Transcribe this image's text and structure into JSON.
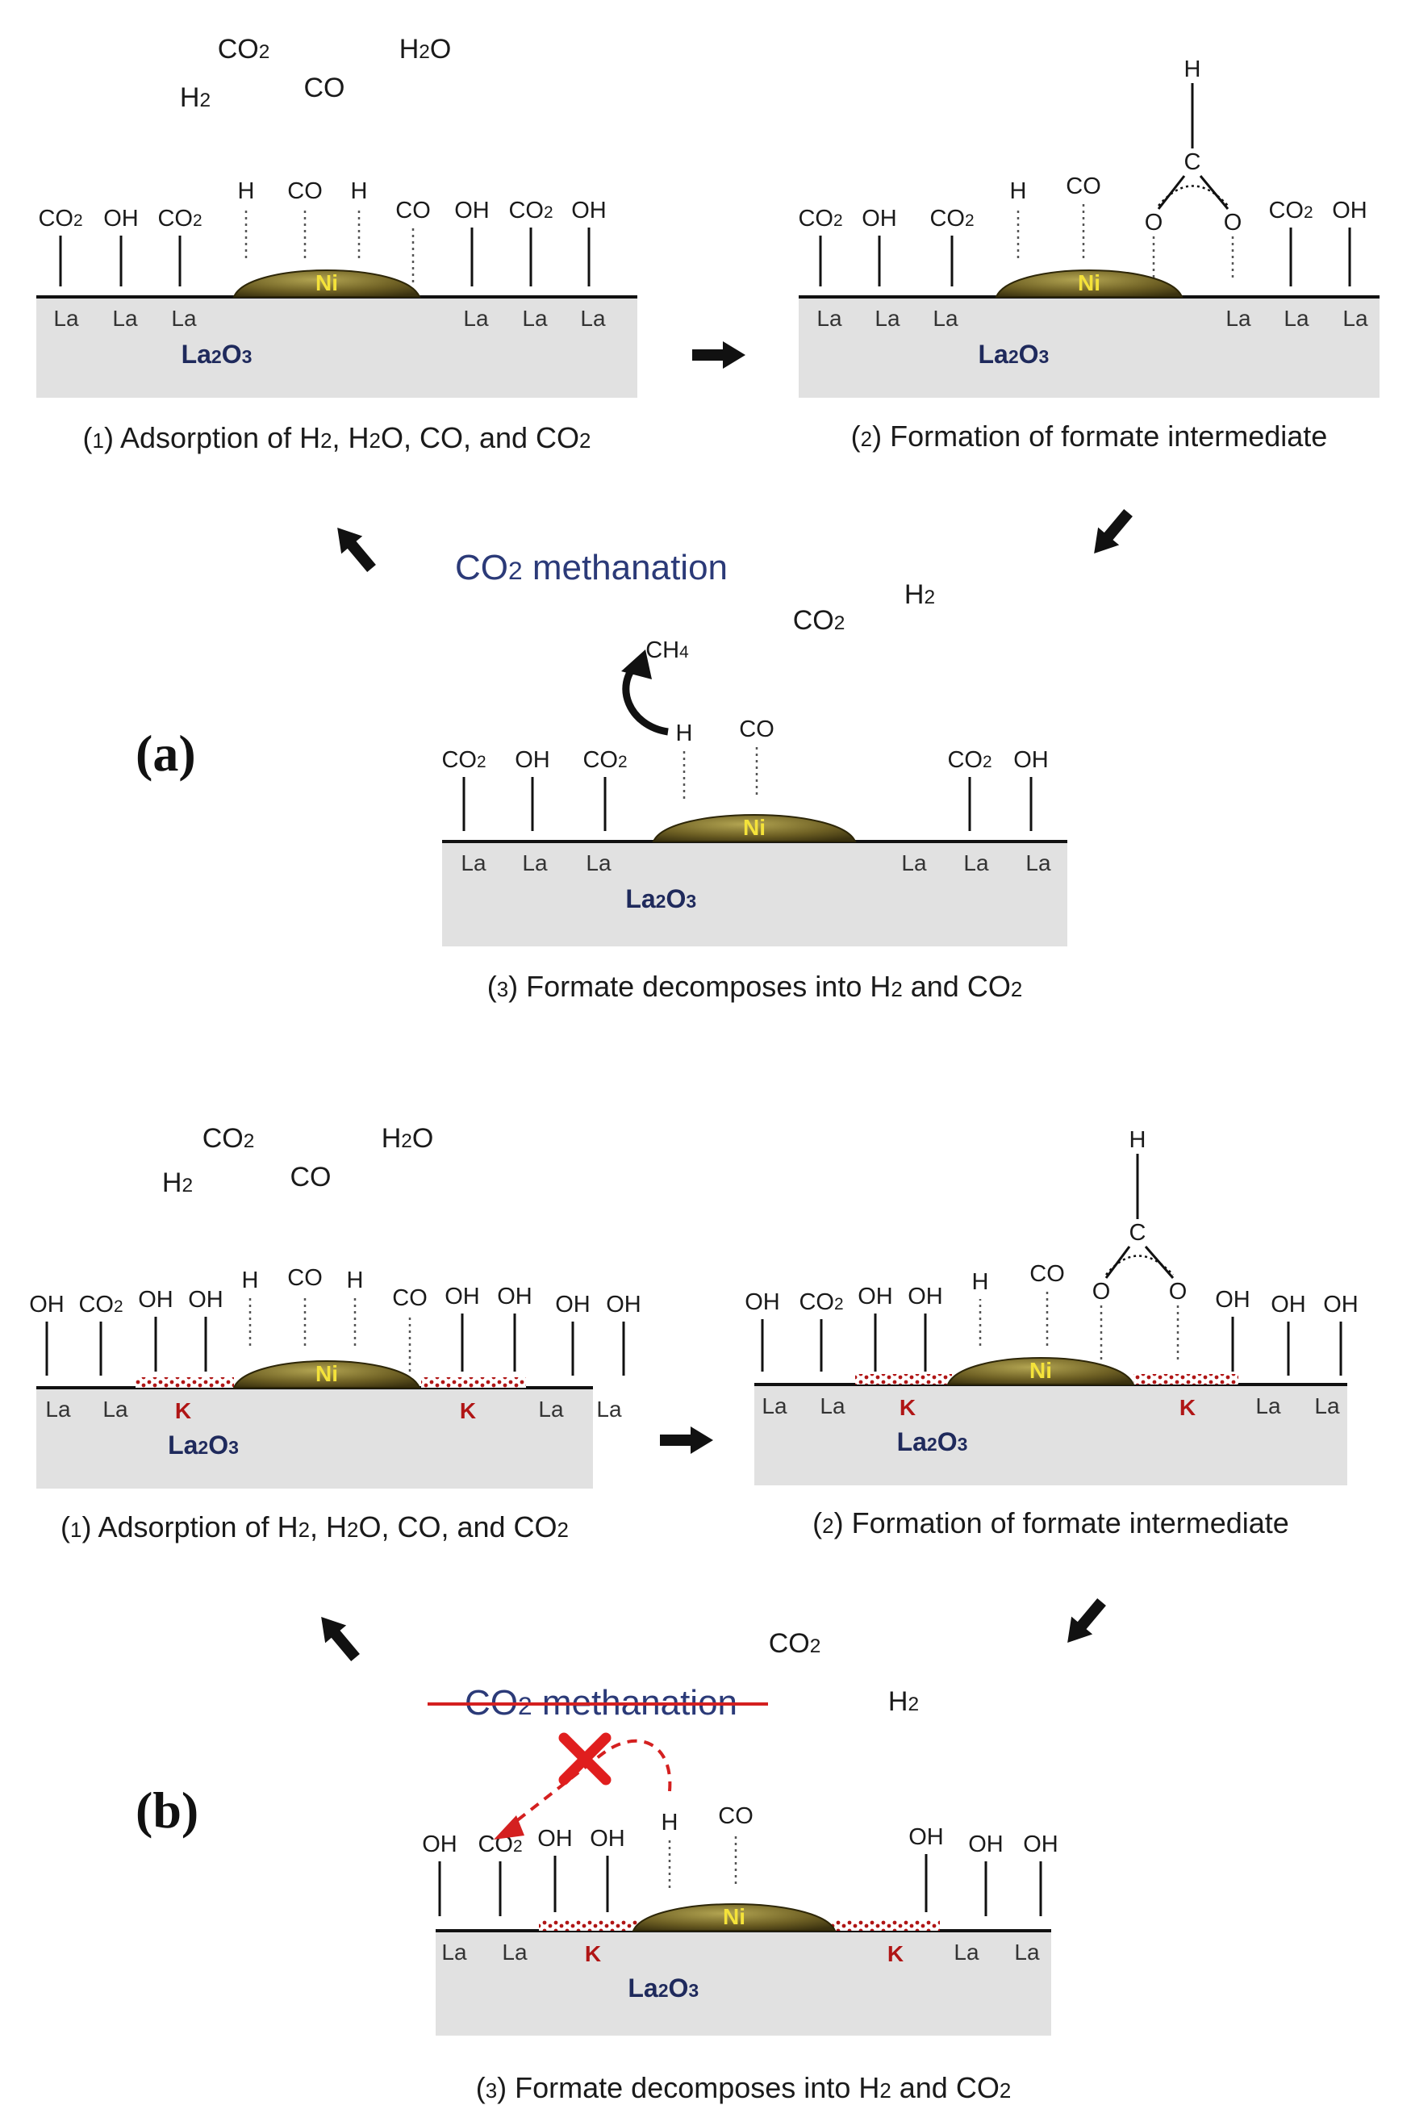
{
  "panels": {
    "a": {
      "label": "(a)",
      "center_text": "CO2 methanation",
      "center_text_struck": false,
      "step1": {
        "caption": "(1) Adsorption of H2, H2O, CO, and CO2",
        "gases": [
          "CO2",
          "H2O",
          "H2",
          "CO"
        ],
        "adsorbates": [
          "CO2",
          "OH",
          "CO2",
          "H",
          "CO",
          "H",
          "CO",
          "OH",
          "CO2",
          "OH"
        ],
        "surface_left": [
          "La",
          "La",
          "La"
        ],
        "surface_right": [
          "La",
          "La",
          "La"
        ],
        "particle": "Ni",
        "support": "La2O3"
      },
      "step2": {
        "caption": "(2) Formation of formate intermediate",
        "adsorbates": [
          "CO2",
          "OH",
          "CO2",
          "H",
          "CO",
          "CO2",
          "OH"
        ],
        "formate_atoms": [
          "H",
          "C",
          "O",
          "O"
        ],
        "surface_left": [
          "La",
          "La",
          "La"
        ],
        "surface_right": [
          "La",
          "La",
          "La"
        ],
        "particle": "Ni",
        "support": "La2O3"
      },
      "step3": {
        "caption": "(3) Formate decomposes into H2 and CO2",
        "gases": [
          "CO2",
          "H2"
        ],
        "product": "CH4",
        "adsorbates": [
          "CO2",
          "OH",
          "CO2",
          "H",
          "CO",
          "CO2",
          "OH"
        ],
        "surface_left": [
          "La",
          "La",
          "La"
        ],
        "surface_right": [
          "La",
          "La",
          "La"
        ],
        "particle": "Ni",
        "support": "La2O3"
      }
    },
    "b": {
      "label": "(b)",
      "center_text": "CO2 methanation",
      "center_text_struck": true,
      "step1": {
        "caption": "(1) Adsorption of H2, H2O, CO, and CO2",
        "gases": [
          "CO2",
          "H2O",
          "H2",
          "CO"
        ],
        "adsorbates": [
          "OH",
          "CO2",
          "OH",
          "OH",
          "H",
          "CO",
          "H",
          "CO",
          "OH",
          "OH",
          "OH",
          "OH"
        ],
        "surface_left": [
          "La",
          "La"
        ],
        "surface_right": [
          "La",
          "La"
        ],
        "promoter": "K",
        "particle": "Ni",
        "support": "La2O3"
      },
      "step2": {
        "caption": "(2) Formation of formate intermediate",
        "adsorbates": [
          "OH",
          "CO2",
          "OH",
          "OH",
          "H",
          "CO",
          "OH",
          "OH",
          "OH"
        ],
        "formate_atoms": [
          "H",
          "C",
          "O",
          "O"
        ],
        "surface_left": [
          "La",
          "La"
        ],
        "surface_right": [
          "La",
          "La"
        ],
        "promoter": "K",
        "particle": "Ni",
        "support": "La2O3"
      },
      "step3": {
        "caption": "(3) Formate decomposes into H2 and CO2",
        "gases": [
          "CO2",
          "H2"
        ],
        "adsorbates": [
          "OH",
          "CO2",
          "OH",
          "OH",
          "H",
          "CO",
          "OH",
          "OH",
          "OH"
        ],
        "surface_left": [
          "La",
          "La"
        ],
        "surface_right": [
          "La",
          "La"
        ],
        "promoter": "K",
        "particle": "Ni",
        "support": "La2O3"
      }
    }
  },
  "colors": {
    "support": "#e1e1e1",
    "nickel": "#6e6024",
    "potassium": "#b01515",
    "methanation_text": "#2b3a78",
    "strike": "#d42020"
  }
}
